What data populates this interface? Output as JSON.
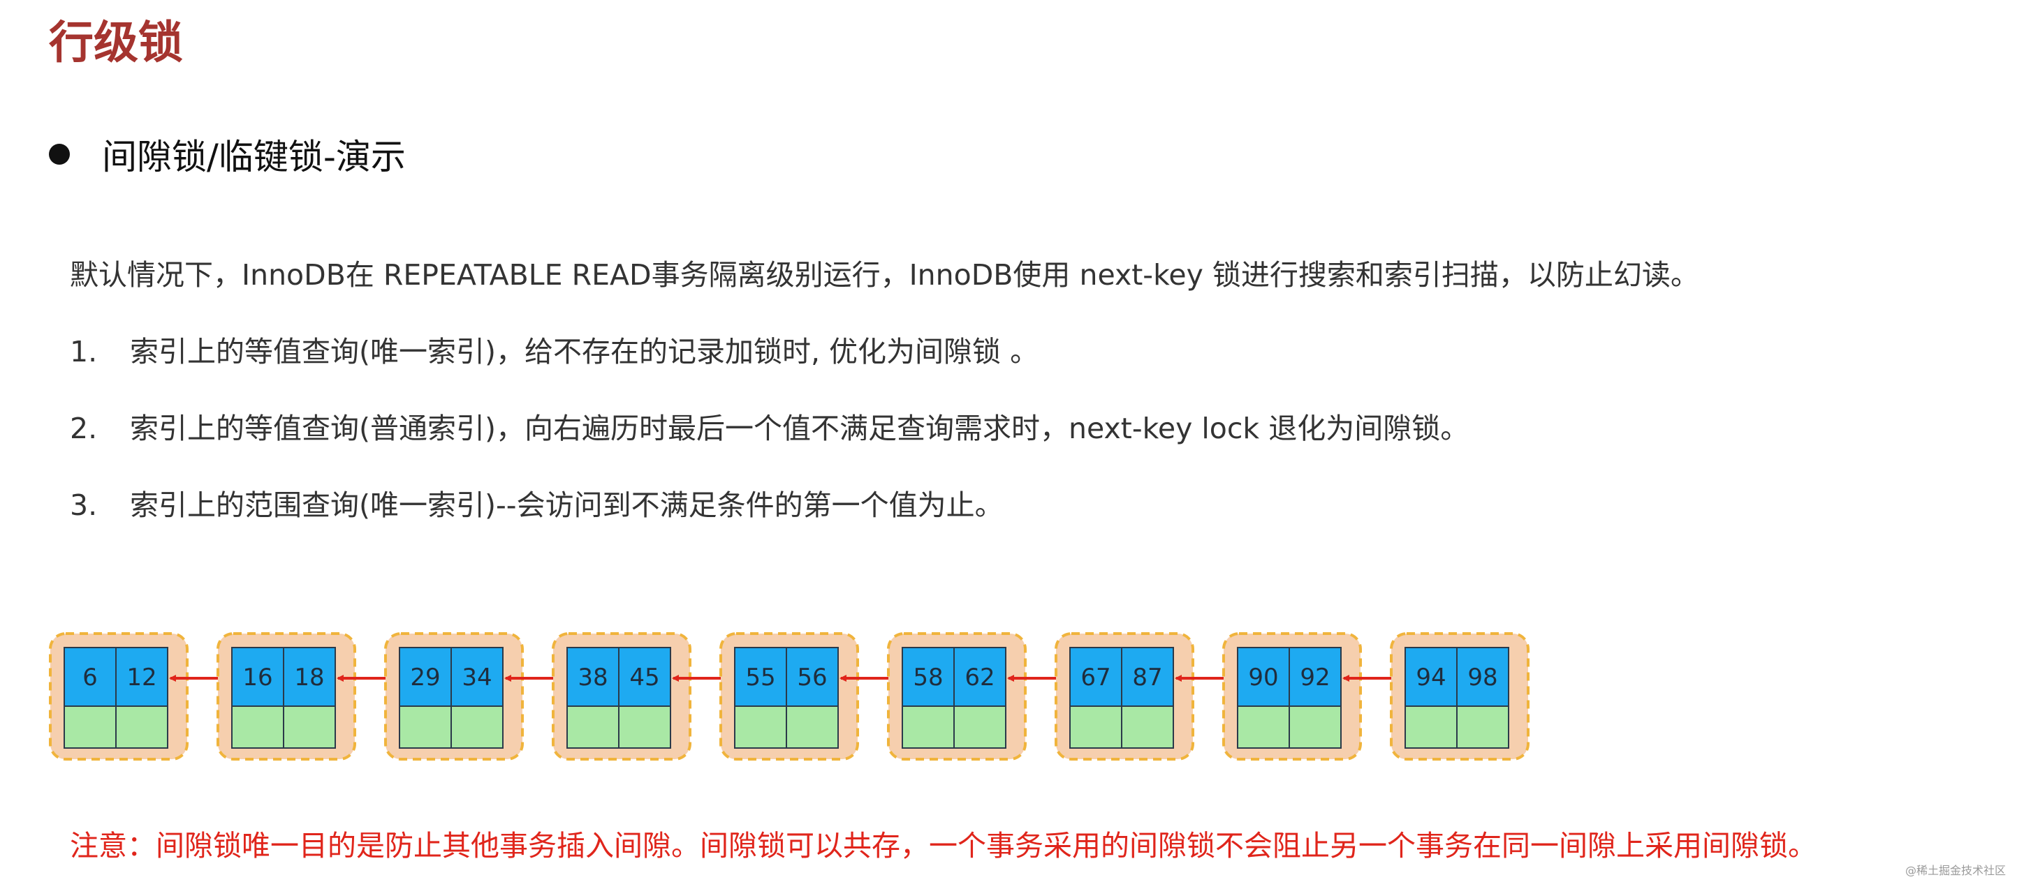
{
  "title": "行级锁",
  "bullet": "间隙锁/临键锁-演示",
  "intro": "默认情况下，InnoDB在 REPEATABLE READ事务隔离级别运行，InnoDB使用 next-key 锁进行搜索和索引扫描，以防止幻读。",
  "items": [
    {
      "num": "1.",
      "text": "索引上的等值查询(唯一索引)，给不存在的记录加锁时, 优化为间隙锁 。"
    },
    {
      "num": "2.",
      "text": "索引上的等值查询(普通索引)，向右遍历时最后一个值不满足查询需求时，next-key lock 退化为间隙锁。"
    },
    {
      "num": "3.",
      "text": "索引上的范围查询(唯一索引)--会访问到不满足条件的第一个值为止。"
    }
  ],
  "nodes": [
    [
      "6",
      "12"
    ],
    [
      "16",
      "18"
    ],
    [
      "29",
      "34"
    ],
    [
      "38",
      "45"
    ],
    [
      "55",
      "56"
    ],
    [
      "58",
      "62"
    ],
    [
      "67",
      "87"
    ],
    [
      "90",
      "92"
    ],
    [
      "94",
      "98"
    ]
  ],
  "note": "注意：间隙锁唯一目的是防止其他事务插入间隙。间隙锁可以共存，一个事务采用的间隙锁不会阻止另一个事务在同一间隙上采用间隙锁。",
  "watermark": "@稀土掘金技术社区",
  "colors": {
    "title": "#a5342f",
    "key_cell": "#1eaaf1",
    "data_cell": "#a9e8a5",
    "node_bg": "#f6cfae",
    "node_border": "#f0b43c",
    "arrow": "#e0251b",
    "note": "#e0251b"
  }
}
